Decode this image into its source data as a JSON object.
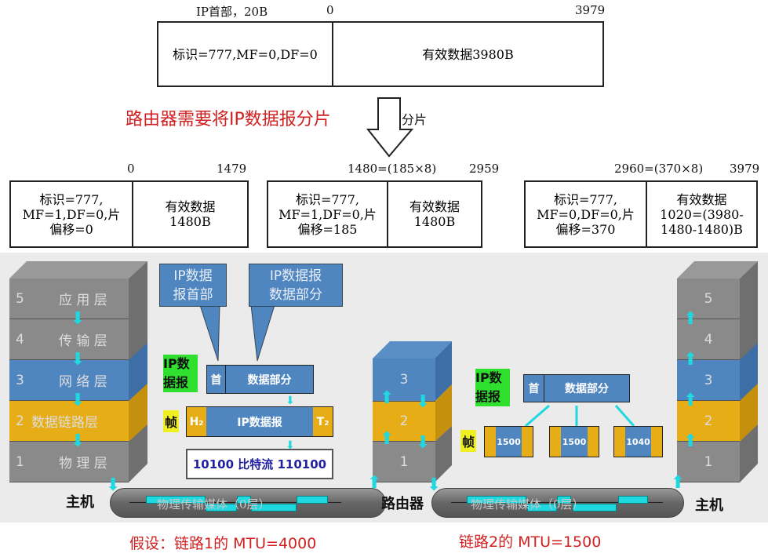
{
  "top": {
    "header_label": "IP首部，20B",
    "start": "0",
    "end": "3979",
    "left": "标识=777,MF=0,DF=0",
    "right": "有效数据3980B"
  },
  "caption": "路由器需要将IP数据报分片",
  "arrow_label": "分片",
  "fragments": [
    {
      "start": "0",
      "end": "1479",
      "left": "标识=777,\nMF=1,DF=0,片\n偏移=0",
      "right": "有效数据\n1480B"
    },
    {
      "start": "1480=(185×8)",
      "end": "2959",
      "left": "标识=777,\nMF=1,DF=0,片\n偏移=185",
      "right": "有效数据\n1480B"
    },
    {
      "start": "2960=(370×8)",
      "end": "3979",
      "left": "标识=777,\nMF=0,DF=0,片\n偏移=370",
      "right": "有效数据\n1020=(3980-\n1480-1480)B"
    }
  ],
  "left_stack": {
    "layers": [
      {
        "num": "5",
        "name": "应 用 层"
      },
      {
        "num": "4",
        "name": "传 输 层"
      },
      {
        "num": "3",
        "name": "网 络 层"
      },
      {
        "num": "2",
        "name": "数据链路层"
      },
      {
        "num": "1",
        "name": "物 理 层"
      }
    ],
    "label": "主机"
  },
  "callouts": {
    "header": "IP数据\n报首部",
    "data": "IP数据报\n数据部分"
  },
  "datagram": {
    "tag": "IP数\n据报",
    "head": "首",
    "body": "数据部分"
  },
  "frame": {
    "tag": "帧",
    "h": "H₂",
    "body": "IP数据报",
    "t": "T₂"
  },
  "bitstream": "10100 比特流 110100",
  "pipe_label": "物理传输媒体（0层）",
  "router": {
    "layers": [
      "3",
      "2",
      "1"
    ],
    "label": "路由器"
  },
  "right_frames": [
    "1500",
    "1500",
    "1040"
  ],
  "right_stack": {
    "layers": [
      "5",
      "4",
      "3",
      "2",
      "1"
    ],
    "label": "主机"
  },
  "notes": {
    "link1": "假设：链路1的 MTU=4000",
    "link2": "链路2的 MTU=1500"
  }
}
